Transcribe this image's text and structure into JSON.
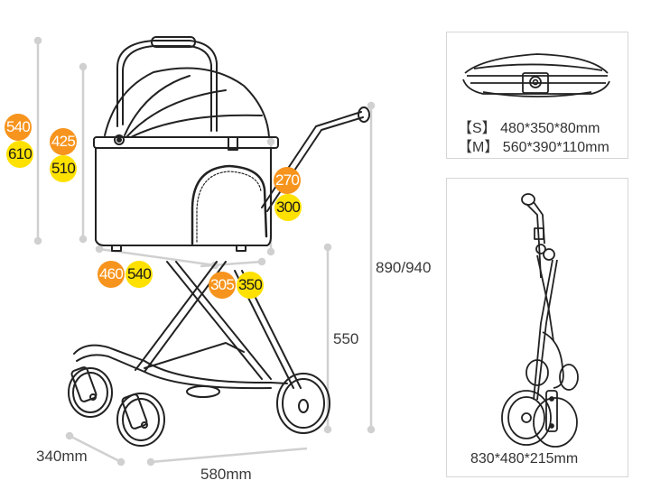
{
  "main_view": {
    "dimensions": {
      "width_label": "580mm",
      "depth_label": "340mm",
      "seat_height_label": "550",
      "handle_height_label": "890/940"
    },
    "badges": {
      "outer_height": {
        "small": "540",
        "medium": "610"
      },
      "inner_height": {
        "small": "425",
        "medium": "510"
      },
      "basket_width": {
        "small": "270",
        "medium": "300"
      },
      "basket_length": {
        "small": "460",
        "medium": "540"
      },
      "basket_depth": {
        "small": "305",
        "medium": "350"
      }
    },
    "legend_colors": {
      "small_size": "#f7941d",
      "medium_size": "#ffe100"
    }
  },
  "folded_carrier_panel": {
    "lines": [
      {
        "size": "【S】",
        "dims": "480*350*80mm"
      },
      {
        "size": "【M】",
        "dims": "560*390*110mm"
      }
    ]
  },
  "folded_stroller_panel": {
    "dims": "830*480*215mm"
  }
}
